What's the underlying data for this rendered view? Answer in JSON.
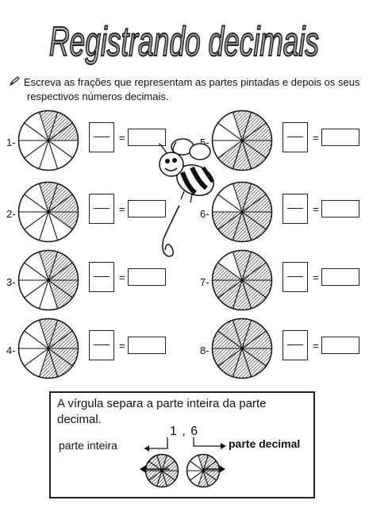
{
  "title": "Registrando decimais",
  "instruction_line1": "Escreva as frações que representam as partes pintadas e depois os seus",
  "instruction_line2": "respectivos números decimais.",
  "icons": {
    "instruction": "pencil-icon",
    "mascot": "bee-icon"
  },
  "equals_sign": "=",
  "fraction_bar": "——",
  "exercises": [
    {
      "label": "1-",
      "shaded_tenths": 3
    },
    {
      "label": "2-",
      "shaded_tenths": 4
    },
    {
      "label": "3-",
      "shaded_tenths": 5
    },
    {
      "label": "4-",
      "shaded_tenths": 6
    },
    {
      "label": "5-",
      "shaded_tenths": 7
    },
    {
      "label": "6-",
      "shaded_tenths": 8
    },
    {
      "label": "7-",
      "shaded_tenths": 9
    },
    {
      "label": "8-",
      "shaded_tenths": 10
    }
  ],
  "info": {
    "text": "A vírgula separa a parte inteira da parte decimal.",
    "number": "1 , 6",
    "integer_label": "parte inteira",
    "decimal_label": "parte decimal",
    "example_shaded": [
      10,
      6
    ]
  }
}
